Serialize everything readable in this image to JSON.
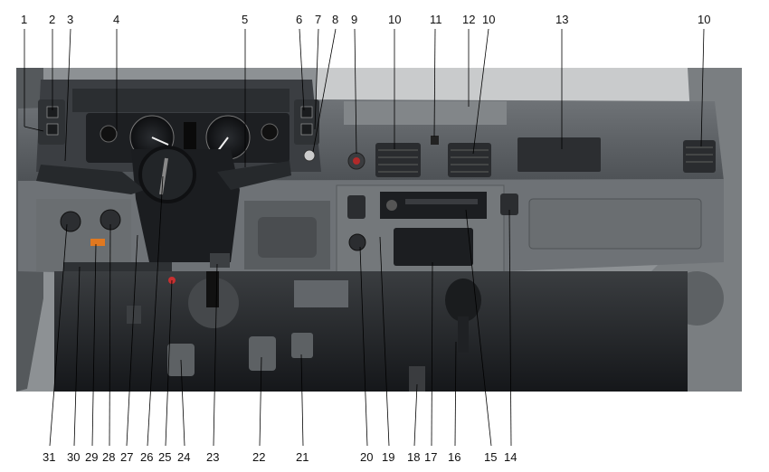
{
  "image": {
    "subject": "Vehicle dashboard / instrument panel",
    "top_callouts": [
      "1",
      "2",
      "3",
      "4",
      "5",
      "6",
      "7",
      "8",
      "9",
      "10",
      "11",
      "12",
      "10",
      "13",
      "10"
    ],
    "bottom_callouts": [
      "31",
      "30",
      "29",
      "28",
      "27",
      "26",
      "25",
      "24",
      "23",
      "22",
      "21",
      "20",
      "19",
      "18",
      "17",
      "16",
      "15",
      "14"
    ]
  }
}
